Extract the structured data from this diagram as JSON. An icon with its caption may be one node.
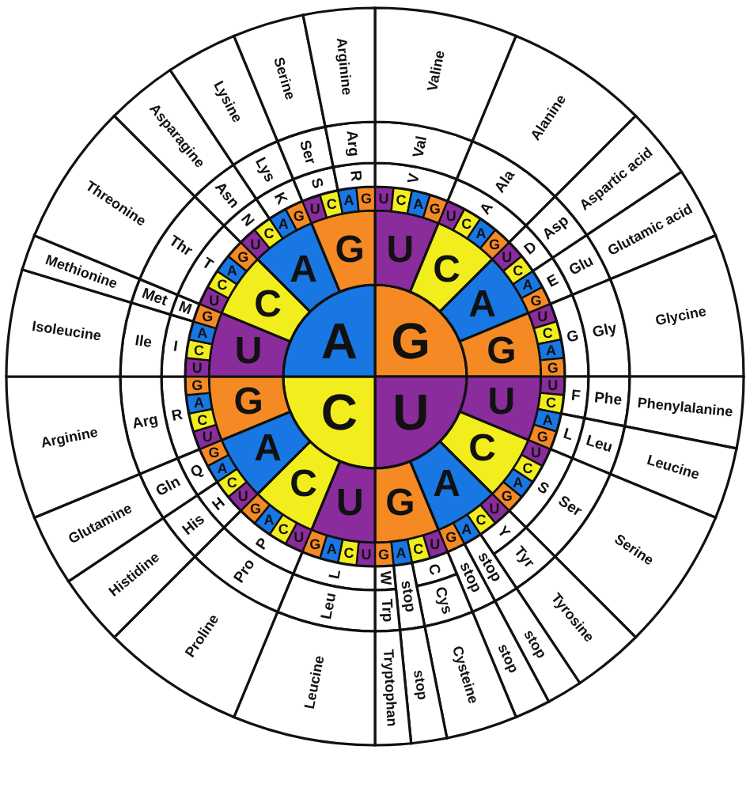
{
  "diagram": {
    "nodes": [
      {
        "text": [
          "G"
        ]
      },
      {
        "text": [
          "U"
        ]
      },
      {
        "text": [
          "C"
        ]
      },
      {
        "text": [
          "A"
        ]
      },
      {
        "text": [
          "U"
        ]
      },
      {
        "text": [
          "C"
        ]
      },
      {
        "text": [
          "A"
        ]
      },
      {
        "text": [
          "G"
        ]
      },
      {
        "text": [
          "U"
        ]
      },
      {
        "text": [
          "C"
        ]
      },
      {
        "text": [
          "A"
        ]
      },
      {
        "text": [
          "G"
        ]
      },
      {
        "text": [
          "U"
        ]
      },
      {
        "text": [
          "C"
        ]
      },
      {
        "text": [
          "A"
        ]
      },
      {
        "text": [
          "G"
        ]
      },
      {
        "text": [
          "U"
        ]
      },
      {
        "text": [
          "C"
        ]
      },
      {
        "text": [
          "A"
        ]
      },
      {
        "text": [
          "G"
        ]
      },
      {
        "text": [
          "U"
        ]
      },
      {
        "text": [
          "C"
        ]
      },
      {
        "text": [
          "A"
        ]
      },
      {
        "text": [
          "G"
        ]
      },
      {
        "text": [
          "U"
        ]
      },
      {
        "text": [
          "C"
        ]
      },
      {
        "text": [
          "A"
        ]
      },
      {
        "text": [
          "G"
        ]
      },
      {
        "text": [
          "U"
        ]
      },
      {
        "text": [
          "C"
        ]
      },
      {
        "text": [
          "A"
        ]
      },
      {
        "text": [
          "G"
        ]
      },
      {
        "text": [
          "U"
        ]
      },
      {
        "text": [
          "C"
        ]
      },
      {
        "text": [
          "A"
        ]
      },
      {
        "text": [
          "G"
        ]
      },
      {
        "text": [
          "U"
        ]
      },
      {
        "text": [
          "C"
        ]
      },
      {
        "text": [
          "A"
        ]
      },
      {
        "text": [
          "G"
        ]
      },
      {
        "text": [
          "U"
        ]
      },
      {
        "text": [
          "C"
        ]
      },
      {
        "text": [
          "A"
        ]
      },
      {
        "text": [
          "G"
        ]
      },
      {
        "text": [
          "U"
        ]
      },
      {
        "text": [
          "C"
        ]
      },
      {
        "text": [
          "A"
        ]
      },
      {
        "text": [
          "G"
        ]
      },
      {
        "text": [
          "U"
        ]
      },
      {
        "text": [
          "C"
        ]
      },
      {
        "text": [
          "A"
        ]
      },
      {
        "text": [
          "G"
        ]
      },
      {
        "text": [
          "U"
        ]
      },
      {
        "text": [
          "C"
        ]
      },
      {
        "text": [
          "A"
        ]
      },
      {
        "text": [
          "G"
        ]
      },
      {
        "text": [
          "U"
        ]
      },
      {
        "text": [
          "C"
        ]
      },
      {
        "text": [
          "A"
        ]
      },
      {
        "text": [
          "G"
        ]
      },
      {
        "text": [
          "U"
        ]
      },
      {
        "text": [
          "C"
        ]
      },
      {
        "text": [
          "A"
        ]
      },
      {
        "text": [
          "G"
        ]
      },
      {
        "text": [
          "U"
        ]
      },
      {
        "text": [
          "C"
        ]
      },
      {
        "text": [
          "A"
        ]
      },
      {
        "text": [
          "G"
        ]
      },
      {
        "text": [
          "U"
        ]
      },
      {
        "text": [
          "C"
        ]
      },
      {
        "text": [
          "A"
        ]
      },
      {
        "text": [
          "G"
        ]
      },
      {
        "text": [
          "U"
        ]
      },
      {
        "text": [
          "C"
        ]
      },
      {
        "text": [
          "A"
        ]
      },
      {
        "text": [
          "G"
        ]
      },
      {
        "text": [
          "U"
        ]
      },
      {
        "text": [
          "C"
        ]
      },
      {
        "text": [
          "A"
        ]
      },
      {
        "text": [
          "G"
        ]
      },
      {
        "text": [
          "U"
        ]
      },
      {
        "text": [
          "C"
        ]
      },
      {
        "text": [
          "A"
        ]
      },
      {
        "text": [
          "G"
        ]
      },
      {
        "text": [
          "V"
        ]
      },
      {
        "text": [
          "Val"
        ]
      },
      {
        "text": [
          "Valine"
        ]
      },
      {
        "text": [
          "A"
        ]
      },
      {
        "text": [
          "Ala"
        ]
      },
      {
        "text": [
          "Alanine"
        ]
      },
      {
        "text": [
          "D"
        ]
      },
      {
        "text": [
          "Asp"
        ]
      },
      {
        "text": [
          "Aspartic acid"
        ]
      },
      {
        "text": [
          "E"
        ]
      },
      {
        "text": [
          "Glu"
        ]
      },
      {
        "text": [
          "Glutamic acid"
        ]
      },
      {
        "text": [
          "G"
        ]
      },
      {
        "text": [
          "Gly"
        ]
      },
      {
        "text": [
          "Glycine"
        ]
      },
      {
        "text": [
          "F"
        ]
      },
      {
        "text": [
          "Phe"
        ]
      },
      {
        "text": [
          "Phenylalanine"
        ]
      },
      {
        "text": [
          "L"
        ]
      },
      {
        "text": [
          "Leu"
        ]
      },
      {
        "text": [
          "Leucine"
        ]
      },
      {
        "text": [
          "S"
        ]
      },
      {
        "text": [
          "Ser"
        ]
      },
      {
        "text": [
          "Serine"
        ]
      },
      {
        "text": [
          "Y"
        ]
      },
      {
        "text": [
          "Tyr"
        ]
      },
      {
        "text": [
          "Tyrosine"
        ]
      },
      {
        "text": [
          "stop"
        ]
      },
      {
        "text": [
          "stop"
        ]
      },
      {
        "text": [
          "stop"
        ]
      },
      {
        "text": [
          "stop"
        ]
      },
      {
        "text": [
          "C"
        ]
      },
      {
        "text": [
          "Cys"
        ]
      },
      {
        "text": [
          "Cysteine"
        ]
      },
      {
        "text": [
          "stop"
        ]
      },
      {
        "text": [
          "stop"
        ]
      },
      {
        "text": [
          "W"
        ]
      },
      {
        "text": [
          "Trp"
        ]
      },
      {
        "text": [
          "Tryptophan"
        ]
      },
      {
        "text": [
          "L"
        ]
      },
      {
        "text": [
          "Leu"
        ]
      },
      {
        "text": [
          "Leucine"
        ]
      },
      {
        "text": [
          "P"
        ]
      },
      {
        "text": [
          "Pro"
        ]
      },
      {
        "text": [
          "Proline"
        ]
      },
      {
        "text": [
          "H"
        ]
      },
      {
        "text": [
          "His"
        ]
      },
      {
        "text": [
          "Histidine"
        ]
      },
      {
        "text": [
          "Q"
        ]
      },
      {
        "text": [
          "Gln"
        ]
      },
      {
        "text": [
          "Glutamine"
        ]
      },
      {
        "text": [
          "R"
        ]
      },
      {
        "text": [
          "Arg"
        ]
      },
      {
        "text": [
          "Arginine"
        ]
      },
      {
        "text": [
          "I"
        ]
      },
      {
        "text": [
          "Ile"
        ]
      },
      {
        "text": [
          "Isoleucine"
        ]
      },
      {
        "text": [
          "M"
        ]
      },
      {
        "text": [
          "Met"
        ]
      },
      {
        "text": [
          "Methionine"
        ]
      },
      {
        "text": [
          "T"
        ]
      },
      {
        "text": [
          "Thr"
        ]
      },
      {
        "text": [
          "Threonine"
        ]
      },
      {
        "text": [
          "N"
        ]
      },
      {
        "text": [
          "Asn"
        ]
      },
      {
        "text": [
          "Asparagine"
        ]
      },
      {
        "text": [
          "K"
        ]
      },
      {
        "text": [
          "Lys"
        ]
      },
      {
        "text": [
          "Lysine"
        ]
      },
      {
        "text": [
          "S"
        ]
      },
      {
        "text": [
          "Ser"
        ]
      },
      {
        "text": [
          "Serine"
        ]
      },
      {
        "text": [
          "R"
        ]
      },
      {
        "text": [
          "Arg"
        ]
      },
      {
        "text": [
          "Arginine"
        ]
      }
    ]
  }
}
